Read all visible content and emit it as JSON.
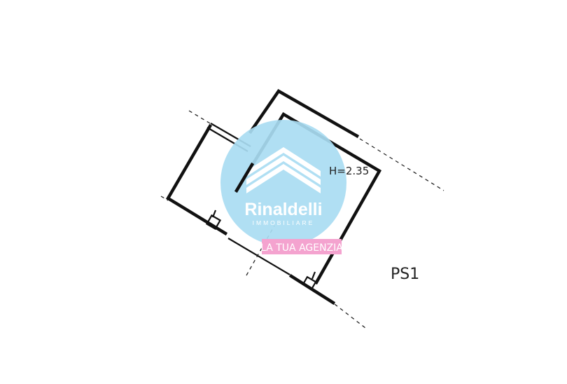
{
  "plan": {
    "height_note": "H=2.35",
    "floor_label": "PS1"
  },
  "watermark": {
    "brand": "Rinaldelli",
    "subtitle": "IMMOBILIARE",
    "tagline": "LA TUA AGENZIA",
    "colors": {
      "circle": "#a9dcf2",
      "tag": "#f4a3cf"
    }
  }
}
